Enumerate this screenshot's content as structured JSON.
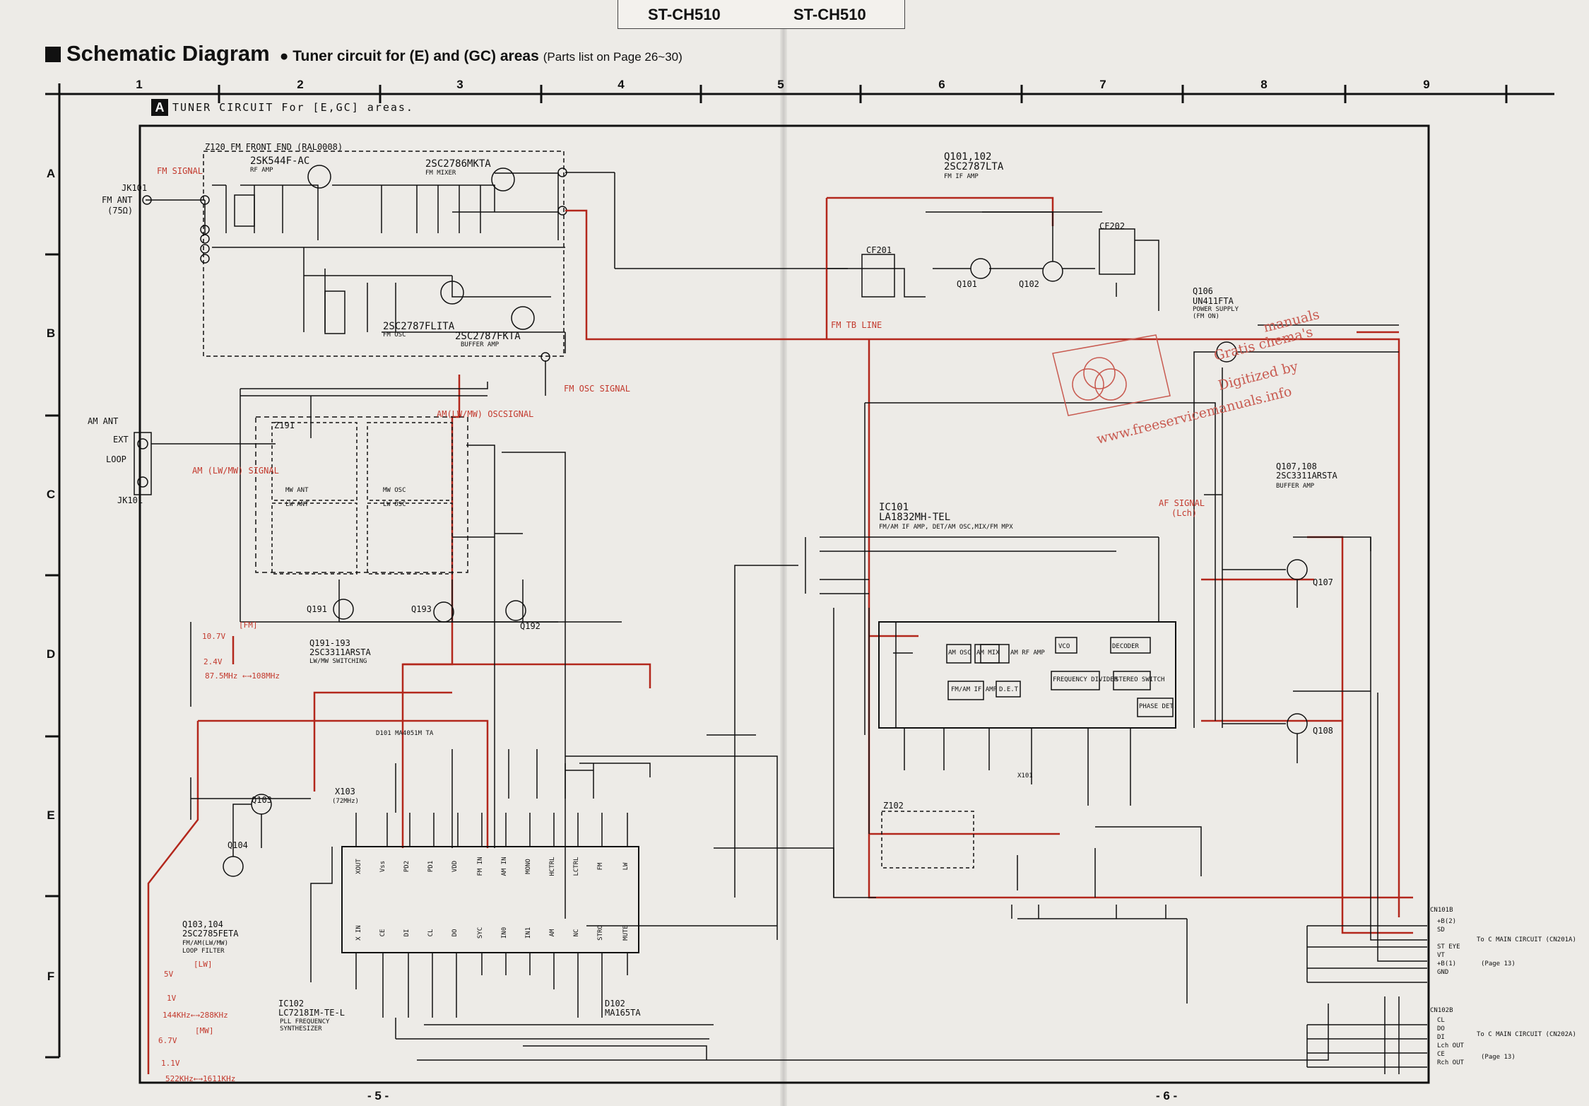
{
  "header": {
    "model_left": "ST-CH510",
    "model_right": "ST-CH510"
  },
  "title": {
    "main": "Schematic Diagram",
    "subtitle": "● Tuner circuit for (E) and (GC) areas",
    "parts_note": "(Parts list on Page 26~30)"
  },
  "grid": {
    "columns": [
      "1",
      "2",
      "3",
      "4",
      "5",
      "6",
      "7",
      "8",
      "9"
    ],
    "rows": [
      "A",
      "B",
      "C",
      "D",
      "E",
      "F"
    ]
  },
  "circuit": {
    "badge": "A",
    "title": "TUNER CIRCUIT For [E,GC] areas."
  },
  "pages": {
    "left": "- 5 -",
    "right": "- 6 -"
  },
  "labels": {
    "z120": "Z120 FM FRONT END (RAL0008)",
    "rf_amp_part": "2SK544F-AC",
    "rf_amp": "RF AMP",
    "fm_mixer_part": "2SC2786MKTA",
    "fm_mixer": "FM MIXER",
    "fm_osc_part": "2SC2787FLITA",
    "fm_osc": "FM OSC",
    "buffer_part": "2SC2787FKTA",
    "buffer_amp": "BUFFER AMP",
    "fm_signal": "FM SIGNAL",
    "fm_ant": "FM ANT",
    "fm_ant_ohm": "(75Ω)",
    "jk101_a": "JK101",
    "am_ant": "AM ANT",
    "ext": "EXT",
    "loop": "LOOP",
    "jk101_c": "JK101",
    "am_signal": "AM (LW/MW) SIGNAL",
    "am_osc_signal": "AM(LW/MW) OSCSIGNAL",
    "fm_osc_signal": "FM OSC SIGNAL",
    "z191": "Z191",
    "mw_ant": "MW ANT",
    "lw_ant": "LW ANT",
    "mw_osc": "MW OSC",
    "lw_osc": "LW OSC",
    "q101_title": "Q101,102",
    "q101_part": "2SC2787LTA",
    "q101_func": "FM IF AMP",
    "q101": "Q101",
    "q102": "Q102",
    "cf201": "CF201",
    "cf202": "CF202",
    "fm_tb_line": "FM TB LINE",
    "q106": "Q106",
    "q106_part": "UN411FTA",
    "q106_func": "POWER SUPPLY",
    "q106_sub": "(FM ON)",
    "q107_title": "Q107,108",
    "q107_part": "2SC3311ARSTA",
    "q107_func": "BUFFER AMP",
    "q107": "Q107",
    "q108": "Q108",
    "af_signal": "AF SIGNAL",
    "af_lch": "(Lch)",
    "ic101": "IC101",
    "ic101_part": "LA1832MH-TEL",
    "ic101_func": "FM/AM IF AMP, DET/AM OSC,MIX/FM MPX",
    "am_osc": "AM OSC",
    "am_mix": "AM MIX",
    "am_rf_amp": "AM RF AMP",
    "vco": "VCO",
    "decoder": "DECODER",
    "freq_div": "FREQUENCY DIVIDER",
    "stereo_sw": "STEREO SWITCH",
    "fm_am_if": "FM/AM IF AMP",
    "det": "D.E.T",
    "phase_det": "PHASE DET.",
    "q191_title": "Q191-193",
    "q191_part": "2SC3311ARSTA",
    "q191_func": "LW/MW SWITCHING",
    "q191": "Q191",
    "q192": "Q192",
    "q193": "Q193",
    "fm_band": "[FM]",
    "fm_v1": "10.7V",
    "fm_v2": "2.4V",
    "fm_range": "87.5MHz ←→108MHz",
    "q103_title": "Q103,104",
    "q103_part": "2SC2785FETA",
    "q103_func": "FM/AM(LW/MW)",
    "q103_func2": "LOOP FILTER",
    "q103": "Q103",
    "q104": "Q104",
    "lw_band": "[LW]",
    "lw_v1": "5V",
    "lw_v2": "1V",
    "lw_range": "144KHz←→288KHz",
    "mw_band": "[MW]",
    "mw_v1": "6.7V",
    "mw_v2": "1.1V",
    "mw_range": "522KHz←→1611KHz",
    "ic102": "IC102",
    "ic102_part": "LC7218IM-TE-L",
    "ic102_func": "PLL FREQUENCY",
    "ic102_func2": "SYNTHESIZER",
    "d101": "D101 MA4051M TA",
    "d102": "D102",
    "d102_part": "MA165TA",
    "x103": "X103",
    "x103_f": "(72MHz)",
    "x101": "X101",
    "z102": "Z102",
    "cn101b": "CN101B",
    "cn102b": "CN102B",
    "cn101_pins": [
      "+B(2)",
      "SD",
      "ST EYE",
      "VT",
      "+B(1)",
      "GND"
    ],
    "cn102_pins": [
      "CL",
      "DO",
      "DI",
      "Lch OUT",
      "CE",
      "Rch OUT"
    ],
    "to_main_a": "To C MAIN CIRCUIT (CN201A)",
    "to_main_a_pg": "(Page 13)",
    "to_main_b": "To C MAIN CIRCUIT (CN202A)",
    "to_main_b_pg": "(Page 13)",
    "wm_1": "manuals",
    "wm_2": "Gratis chema's",
    "wm_3": "Digitized by",
    "wm_url": "www.freeservicemanuals.info"
  },
  "ic102_pins_top": [
    "XOUT",
    "Vss",
    "PD2",
    "PD1",
    "VDD",
    "FM IN",
    "AM IN",
    "MONO",
    "HCTRL",
    "LCTRL",
    "FM",
    "LW"
  ],
  "ic102_pins_bot": [
    "X IN",
    "CE",
    "DI",
    "CL",
    "DO",
    "SYC",
    "IN0",
    "IN1",
    "AM",
    "NC",
    "STRO",
    "MUTE"
  ],
  "colors": {
    "ink": "#111111",
    "red": "#c33a2e",
    "paper": "#edebe7"
  }
}
